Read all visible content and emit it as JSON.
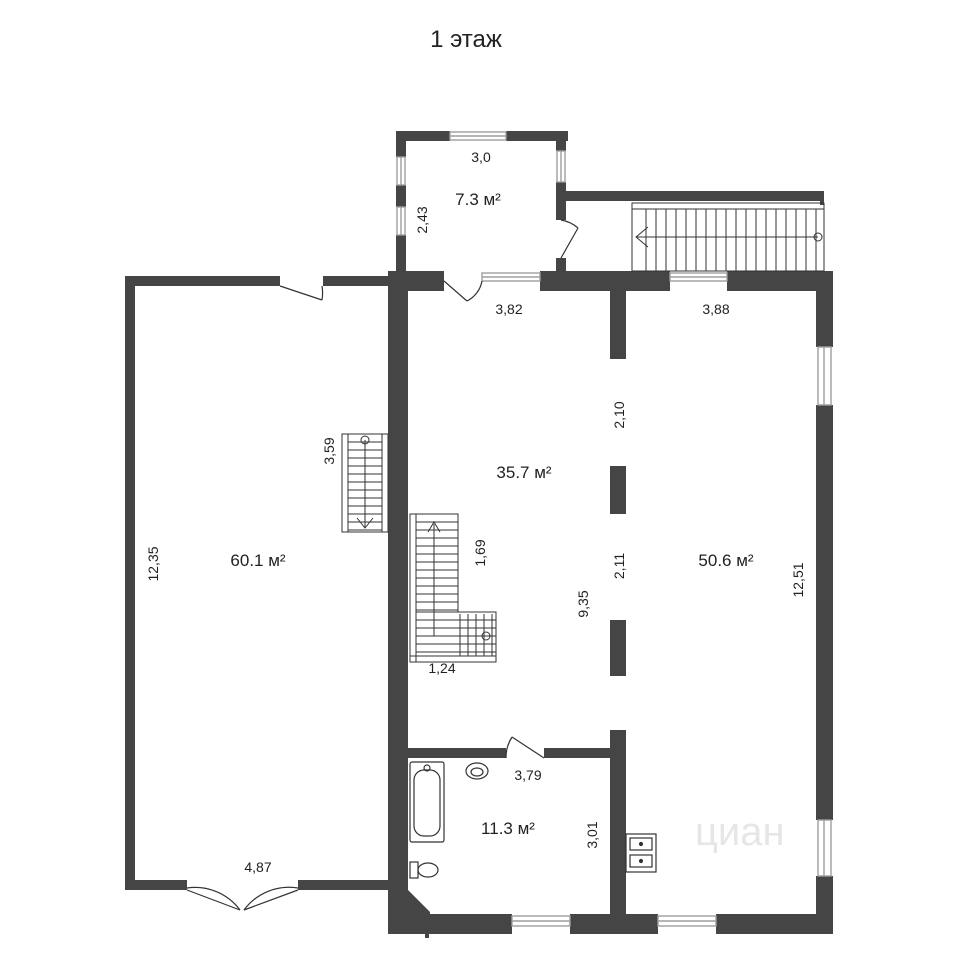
{
  "title": "1 этаж",
  "watermark": "циан",
  "colors": {
    "wall": "#454545",
    "line": "#333333",
    "window_frame": "#bdbdbd",
    "background": "#ffffff",
    "watermark": "#e6e6e6"
  },
  "rooms": {
    "r1": {
      "area": "7.3 м²"
    },
    "r2": {
      "area": "60.1 м²"
    },
    "r3": {
      "area": "35.7 м²"
    },
    "r4": {
      "area": "50.6 м²"
    },
    "r5": {
      "area": "11.3 м²"
    }
  },
  "dimensions": {
    "d_3_0": "3,0",
    "d_2_43": "2,43",
    "d_3_82": "3,82",
    "d_3_88": "3,88",
    "d_3_59": "3,59",
    "d_12_35": "12,35",
    "d_2_10": "2,10",
    "d_1_69": "1,69",
    "d_2_11": "2,11",
    "d_9_35": "9,35",
    "d_12_51": "12,51",
    "d_1_24": "1,24",
    "d_3_79": "3,79",
    "d_3_01": "3,01",
    "d_4_87": "4,87"
  },
  "icons": [
    "staircase-icon",
    "door-swing-icon",
    "window-icon",
    "bathtub-icon",
    "sink-icon",
    "toilet-icon",
    "stove-icon"
  ]
}
